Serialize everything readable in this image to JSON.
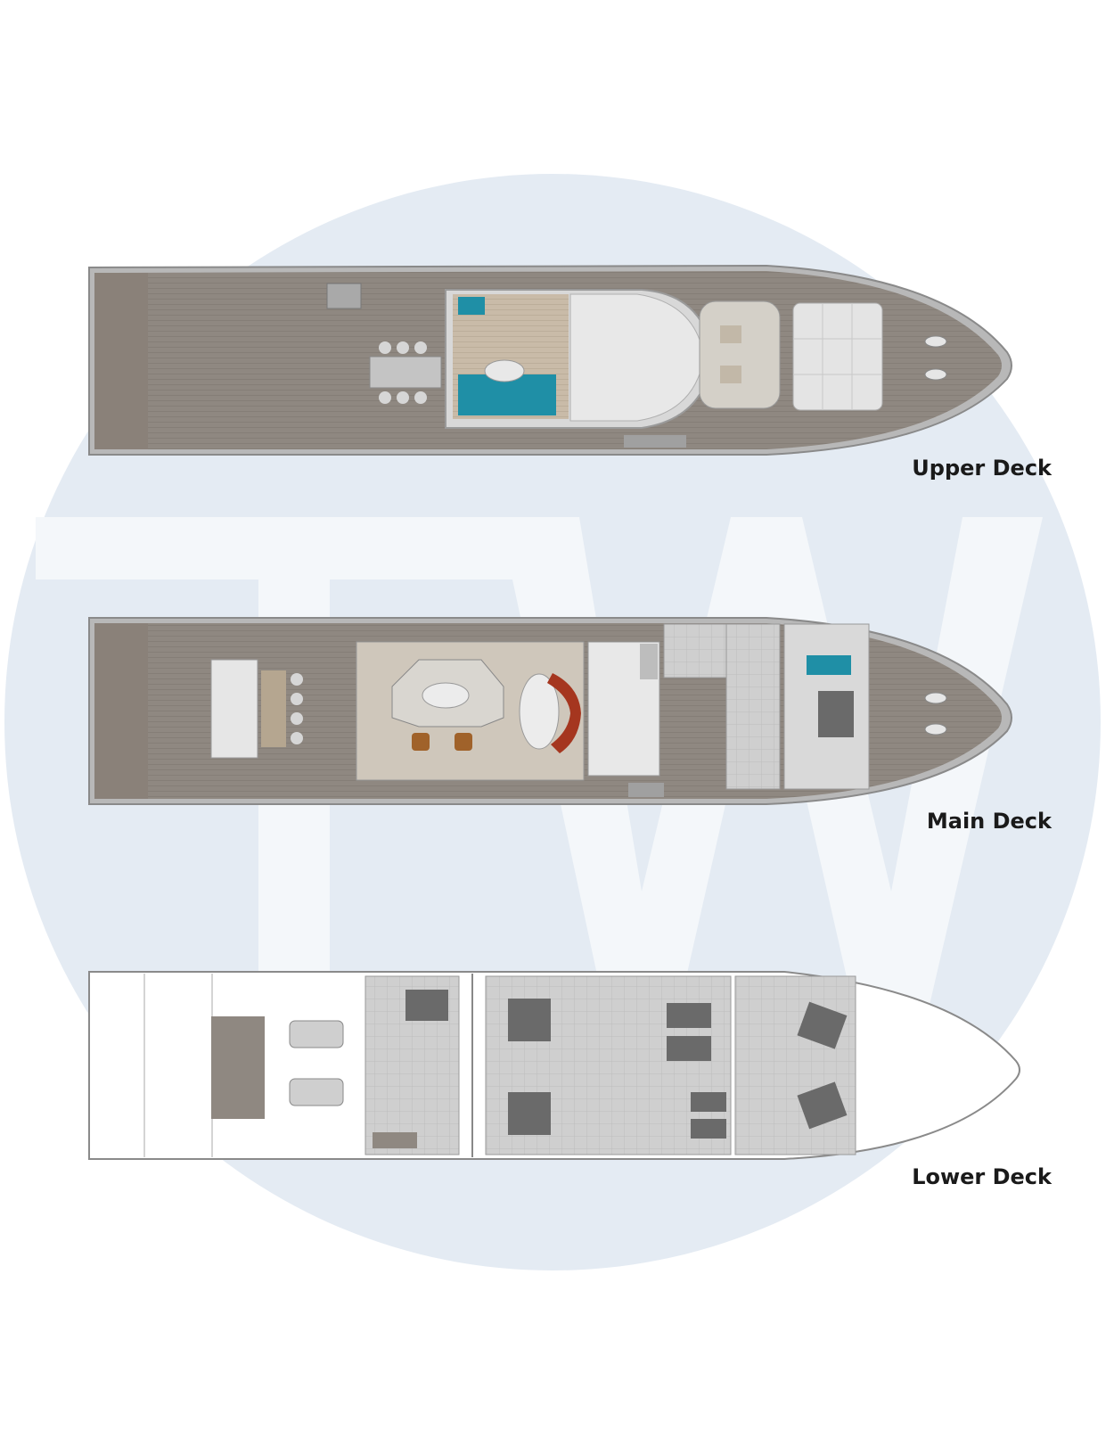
{
  "decks": [
    {
      "id": "upper",
      "label": "Upper Deck"
    },
    {
      "id": "main",
      "label": "Main Deck"
    },
    {
      "id": "lower",
      "label": "Lower Deck"
    }
  ],
  "watermark": {
    "letters": "TW",
    "color": "#dfe6ef"
  },
  "colors": {
    "deck_wood": "#8f8881",
    "deck_wood_dark": "#7a746d",
    "hull_line": "#9a9a9a",
    "interior_grey": "#c9c9c9",
    "teal_seating": "#1f8fa6",
    "brown_chair": "#a0622a",
    "red_counter": "#a5361f",
    "bed_dark": "#6a6a6a"
  }
}
